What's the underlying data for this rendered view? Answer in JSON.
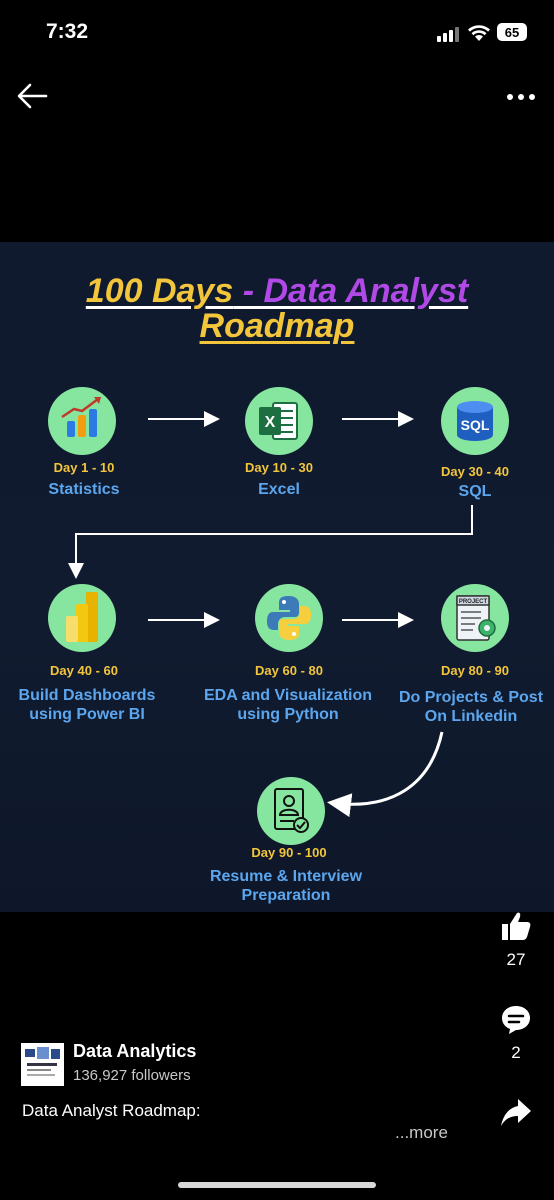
{
  "status_bar": {
    "time": "7:32",
    "battery": "65"
  },
  "header": {
    "back_icon": "back-arrow-icon",
    "menu_icon": "more-dots-icon"
  },
  "post_image": {
    "title_part1": "100 Days",
    "title_sep": " - ",
    "title_part2": "Data Analyst",
    "title_line2": "Roadmap",
    "colors": {
      "yellow": "#f2c53b",
      "purple": "#b049e6",
      "blue": "#5ba6ee",
      "green": "#86e59f",
      "bg": "#0f1a2e"
    },
    "steps": [
      {
        "day": "Day 1 - 10",
        "label": "Statistics",
        "icon": "bar-chart-icon"
      },
      {
        "day": "Day 10 - 30",
        "label": "Excel",
        "icon": "excel-icon"
      },
      {
        "day": "Day 30 - 40",
        "label": "SQL",
        "icon": "sql-database-icon"
      },
      {
        "day": "Day 40 - 60",
        "label_line1": "Build Dashboards",
        "label_line2": "using Power BI",
        "icon": "power-bi-icon"
      },
      {
        "day": "Day 60 - 80",
        "label_line1": "EDA and Visualization",
        "label_line2": "using Python",
        "icon": "python-icon"
      },
      {
        "day": "Day 80 - 90",
        "label_line1": "Do Projects & Post",
        "label_line2": "On Linkedin",
        "icon": "project-icon"
      },
      {
        "day": "Day 90 - 100",
        "label_line1": "Resume & Interview",
        "label_line2": "Preparation",
        "icon": "resume-icon"
      }
    ],
    "sql_text": "SQL",
    "excel_text": "X",
    "project_text": "PROJECT"
  },
  "actions": {
    "likes": "27",
    "comments": "2"
  },
  "author": {
    "name": "Data Analytics",
    "followers": "136,927 followers"
  },
  "caption": {
    "text": "Data Analyst Roadmap:",
    "more": "...more"
  }
}
